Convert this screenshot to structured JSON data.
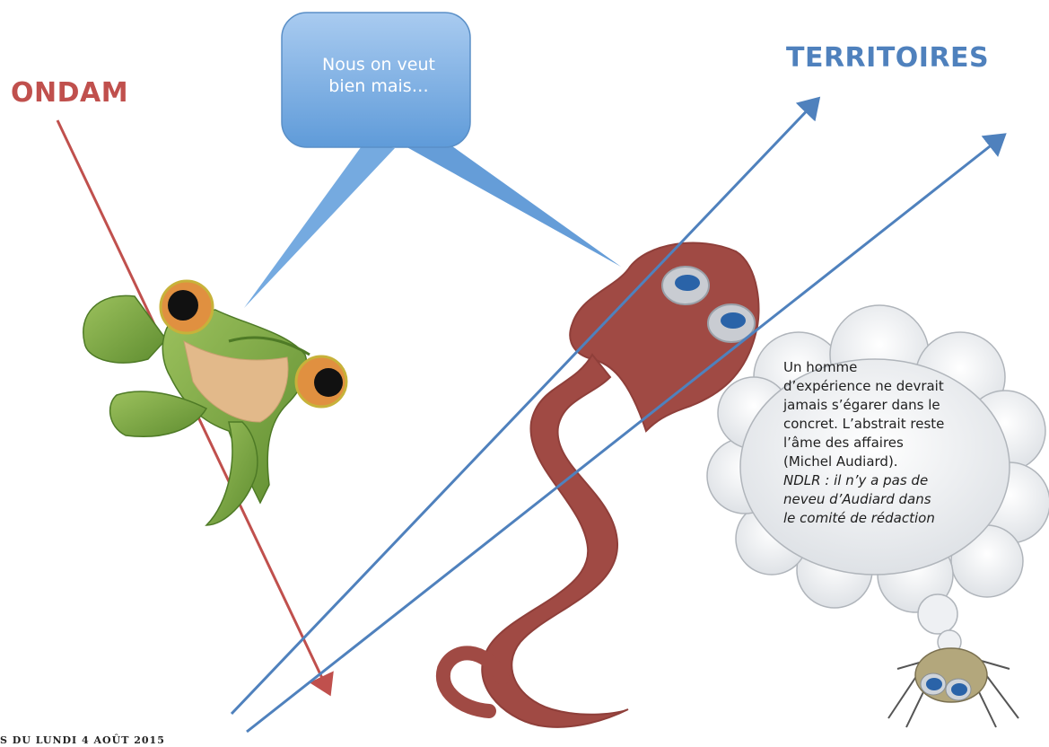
{
  "labels": {
    "ondam": "ONDAM",
    "territoires": "TERRITOIRES"
  },
  "speech_bubble": {
    "line1": "Nous on veut",
    "line2": "bien mais…"
  },
  "thought_bubble": {
    "lines": [
      "Un homme",
      "d’expérience ne devrait",
      "jamais s’égarer dans le",
      "concret. L’abstrait reste",
      "l’âme des affaires",
      "(Michel Audiard)."
    ],
    "italic_lines": [
      "NDLR : il n’y a pas de",
      "neveu d’Audiard dans",
      "le comité de rédaction"
    ]
  },
  "footer": {
    "text": "S DU LUNDI 4 AOÛT 2015"
  },
  "colors": {
    "ondam_red": "#c0504d",
    "territoires_blue": "#4f81bd",
    "frog_green": "#77a540",
    "worm_brown": "#a04a44",
    "bubble_blue": "#7bafe3"
  }
}
